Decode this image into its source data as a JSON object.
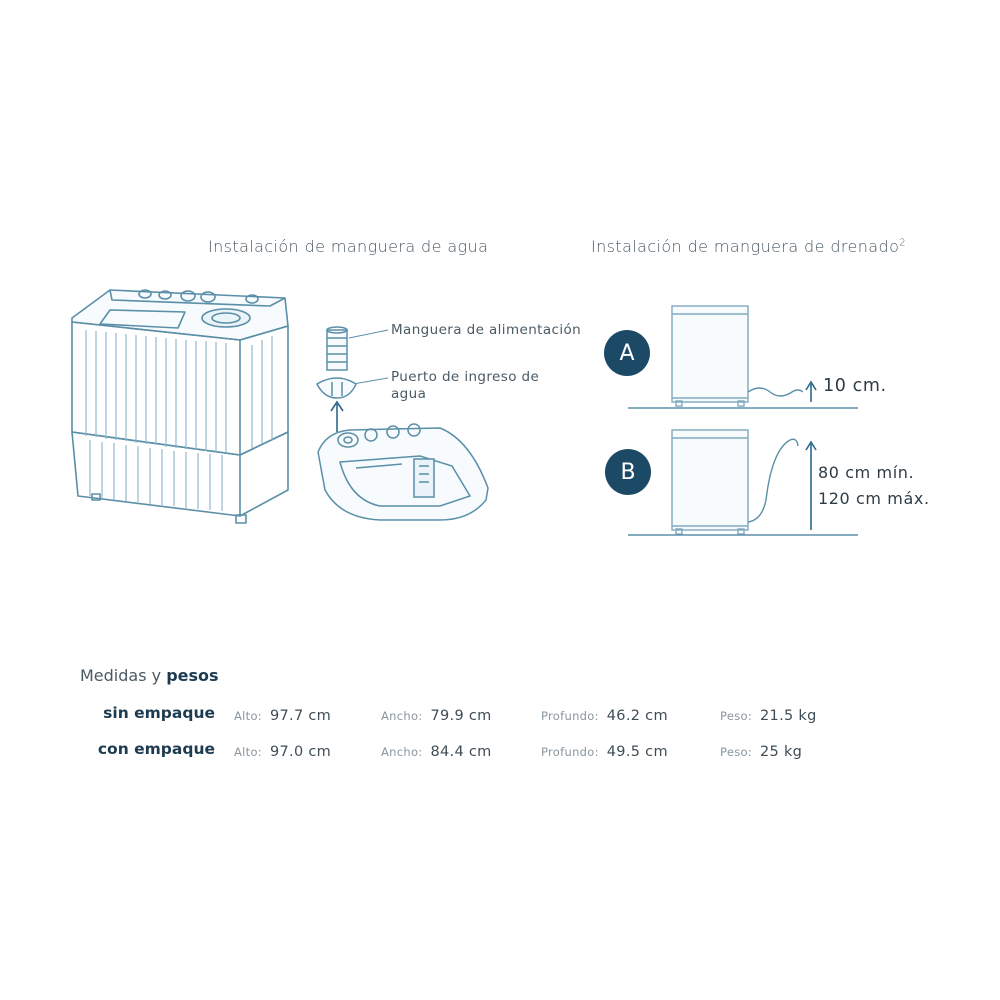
{
  "water_hose": {
    "title": "Instalación de manguera de agua",
    "callout_hose": "Manguera de alimentación",
    "callout_port": "Puerto de ingreso de agua"
  },
  "drain_hose": {
    "title": "Instalación de manguera de drenado",
    "title_sup": "2",
    "option_a": {
      "badge": "A",
      "height": "10 cm."
    },
    "option_b": {
      "badge": "B",
      "height_min": "80 cm mín.",
      "height_max": "120 cm máx."
    }
  },
  "specs": {
    "heading_regular": "Medidas y ",
    "heading_bold": "pesos",
    "rows": [
      {
        "label": "sin empaque",
        "cells": [
          {
            "key": "Alto:",
            "value": "97.7 cm"
          },
          {
            "key": "Ancho:",
            "value": "79.9 cm"
          },
          {
            "key": "Profundo:",
            "value": "46.2 cm"
          },
          {
            "key": "Peso:",
            "value": "21.5 kg"
          }
        ]
      },
      {
        "label": "con empaque",
        "cells": [
          {
            "key": "Alto:",
            "value": "97.0 cm"
          },
          {
            "key": "Ancho:",
            "value": "84.4 cm"
          },
          {
            "key": "Profundo:",
            "value": "49.5 cm"
          },
          {
            "key": "Peso:",
            "value": "25 kg"
          }
        ]
      }
    ]
  },
  "colors": {
    "line": "#5b8fa8",
    "line_light": "#8fb9cc",
    "badge": "#1c4a66",
    "heading_bold": "#1d3b50",
    "arrow": "#2b6a8a"
  }
}
